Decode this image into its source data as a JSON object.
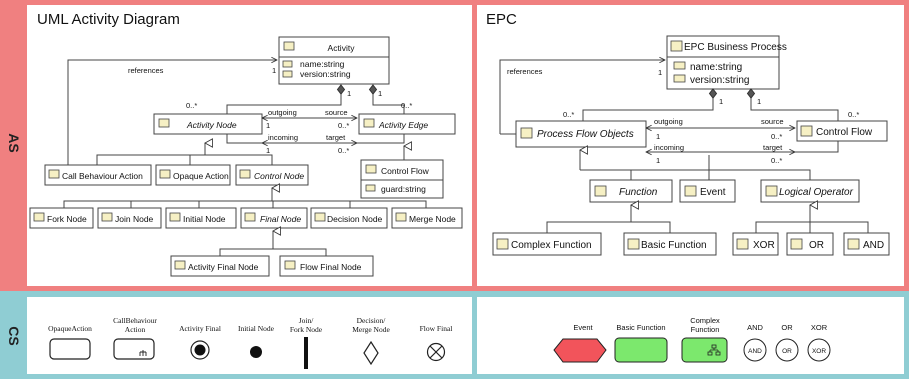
{
  "sides": {
    "as": "AS",
    "cs": "CS"
  },
  "uml": {
    "title": "UML Activity Diagram",
    "activity": {
      "name": "Activity",
      "attrs": [
        "name:string",
        "version:string"
      ]
    },
    "references_label": "references",
    "mult_one_a": "1",
    "mult_one_b": "1",
    "mult_one_c": "1",
    "mult_many_node": "0..*",
    "mult_many_edge": "0..*",
    "outgoing": "outgoing",
    "source": "source",
    "incoming": "incoming",
    "target": "target",
    "assoc_mult": {
      "left_top": "1",
      "right_top": "0..*",
      "left_bottom": "1",
      "right_bottom": "0..*"
    },
    "activity_node": "Activity Node",
    "activity_edge": "Activity Edge",
    "control_flow": {
      "name": "Control Flow",
      "attr": "guard:string"
    },
    "call_behaviour": "Call Behaviour Action",
    "opaque_action": "Opaque Action",
    "control_node": "Control Node",
    "fork_node": "Fork Node",
    "join_node": "Join Node",
    "initial_node": "Initial Node",
    "final_node": "Final Node",
    "decision_node": "Decision Node",
    "merge_node": "Merge Node",
    "activity_final_node": "Activity Final Node",
    "flow_final_node": "Flow Final Node"
  },
  "epc": {
    "title": "EPC",
    "process": {
      "name": "EPC Business Process",
      "attrs": [
        "name:string",
        "version:string"
      ]
    },
    "references_label": "references",
    "mult_one_a": "1",
    "mult_one_b": "1",
    "mult_one_c": "1",
    "mult_many_pfo": "0..*",
    "mult_many_cf": "0..*",
    "outgoing": "outgoing",
    "source": "source",
    "incoming": "incoming",
    "target": "target",
    "assoc_mult": {
      "left_top": "1",
      "right_top": "0..*",
      "left_bottom": "1",
      "right_bottom": "0..*"
    },
    "process_flow_objects": "Process Flow Objects",
    "control_flow": "Control Flow",
    "function": "Function",
    "event": "Event",
    "logical_operator": "Logical Operator",
    "complex_function": "Complex Function",
    "basic_function": "Basic Function",
    "xor": "XOR",
    "or": "OR",
    "and": "AND"
  },
  "cs_uml": {
    "opaque_action": "OpaqueAction",
    "call_behaviour_l1": "CallBehaviour",
    "call_behaviour_l2": "Action",
    "activity_final": "Activity Final",
    "initial_node": "Initial Node",
    "join_fork_l1": "Join/",
    "join_fork_l2": "Fork Node",
    "decision_merge_l1": "Decision/",
    "decision_merge_l2": "Merge Node",
    "flow_final": "Flow Final"
  },
  "cs_epc": {
    "event": "Event",
    "basic_function": "Basic Function",
    "complex_function_l1": "Complex",
    "complex_function_l2": "Function",
    "and_label": "AND",
    "or_label": "OR",
    "xor_label": "XOR",
    "and_symbol": "AND",
    "or_symbol": "OR",
    "xor_symbol": "XOR"
  },
  "colors": {
    "as_band": "#f08080",
    "cs_band": "#8fcdd3",
    "event_fill": "#f2545b",
    "function_fill": "#7ce86d"
  }
}
